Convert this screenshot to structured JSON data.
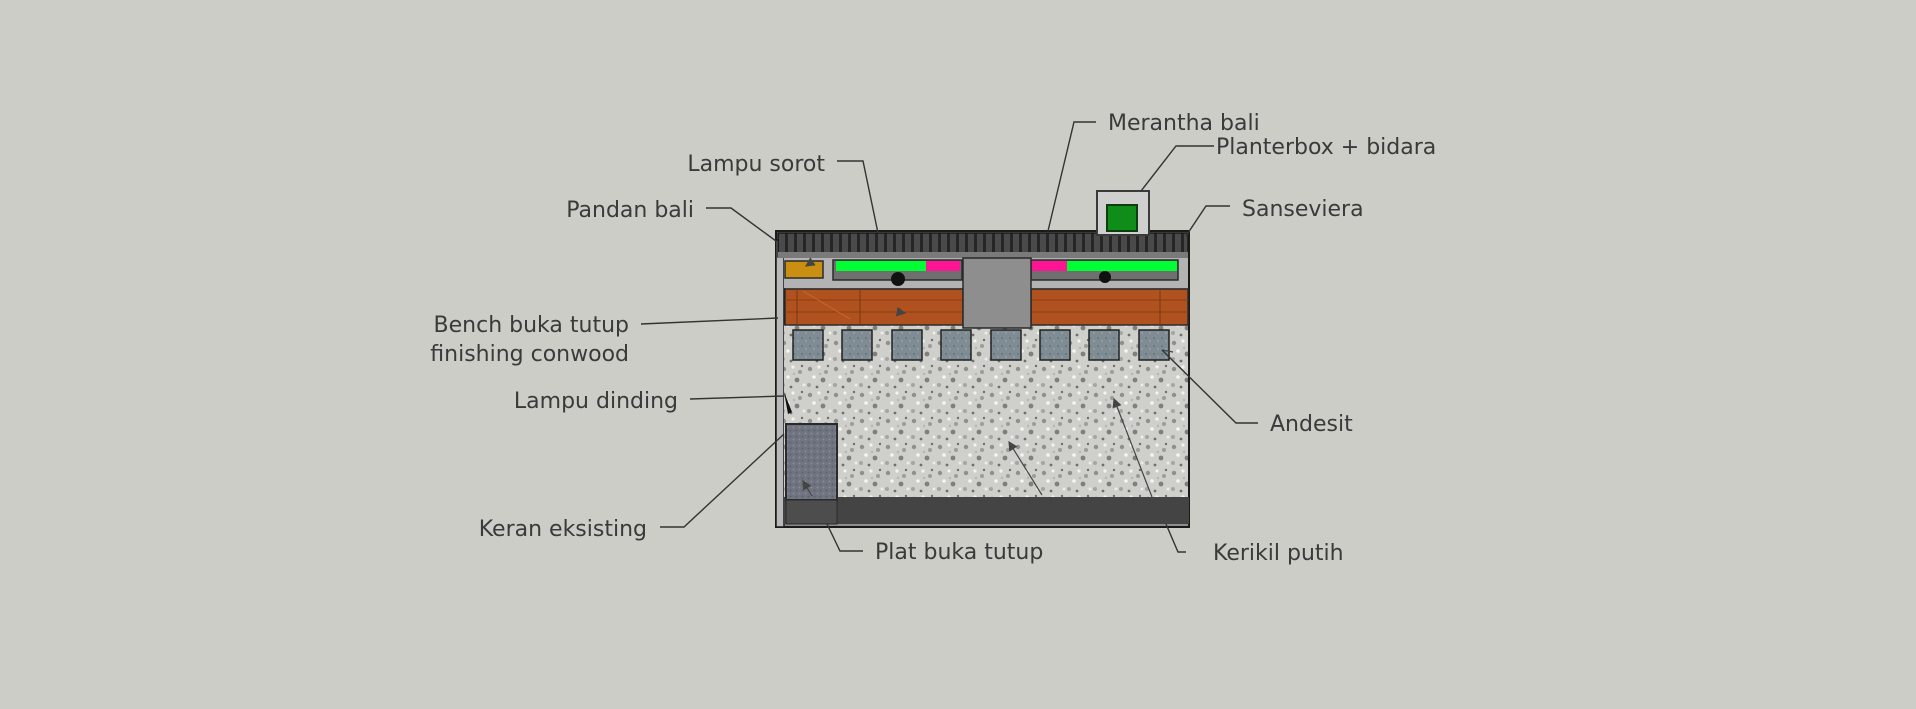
{
  "labels": {
    "merantha_bali": "Merantha bali",
    "planterbox": "Planterbox + bidara",
    "lampu_sorot": "Lampu sorot",
    "pandan_bali": "Pandan bali",
    "sanseviera": "Sanseviera",
    "bench_line1": "Bench buka tutup",
    "bench_line2": "finishing conwood",
    "lampu_dinding": "Lampu dinding",
    "andesit": "Andesit",
    "keran_eksisting": "Keran eksisting",
    "plat_buka_tutup": "Plat buka tutup",
    "kerikil_putih": "Kerikil putih"
  },
  "colors": {
    "background": "#cccdc6",
    "gravel": "#c9c9c5",
    "wood": "#b0521f",
    "planter_green": "#00ff33",
    "planter_pink": "#ff1493",
    "pandan_yellow": "#c98f12",
    "stepping_stone": "#7b8a92",
    "outline": "#1a1a1a",
    "leader_line": "#333333"
  }
}
